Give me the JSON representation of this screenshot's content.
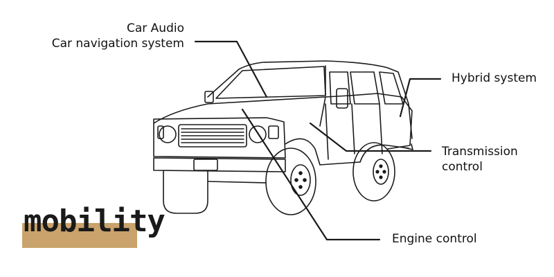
{
  "callouts": {
    "audio_line1": "Car Audio",
    "audio_line2": "Car navigation system",
    "hybrid": "Hybrid system",
    "transmission_line1": "Transmission",
    "transmission_line2": "control",
    "engine": "Engine control"
  },
  "logo": {
    "text": "mobility",
    "band_color": "#c9a36b"
  },
  "illustration": {
    "subject": "suv-line-drawing"
  }
}
